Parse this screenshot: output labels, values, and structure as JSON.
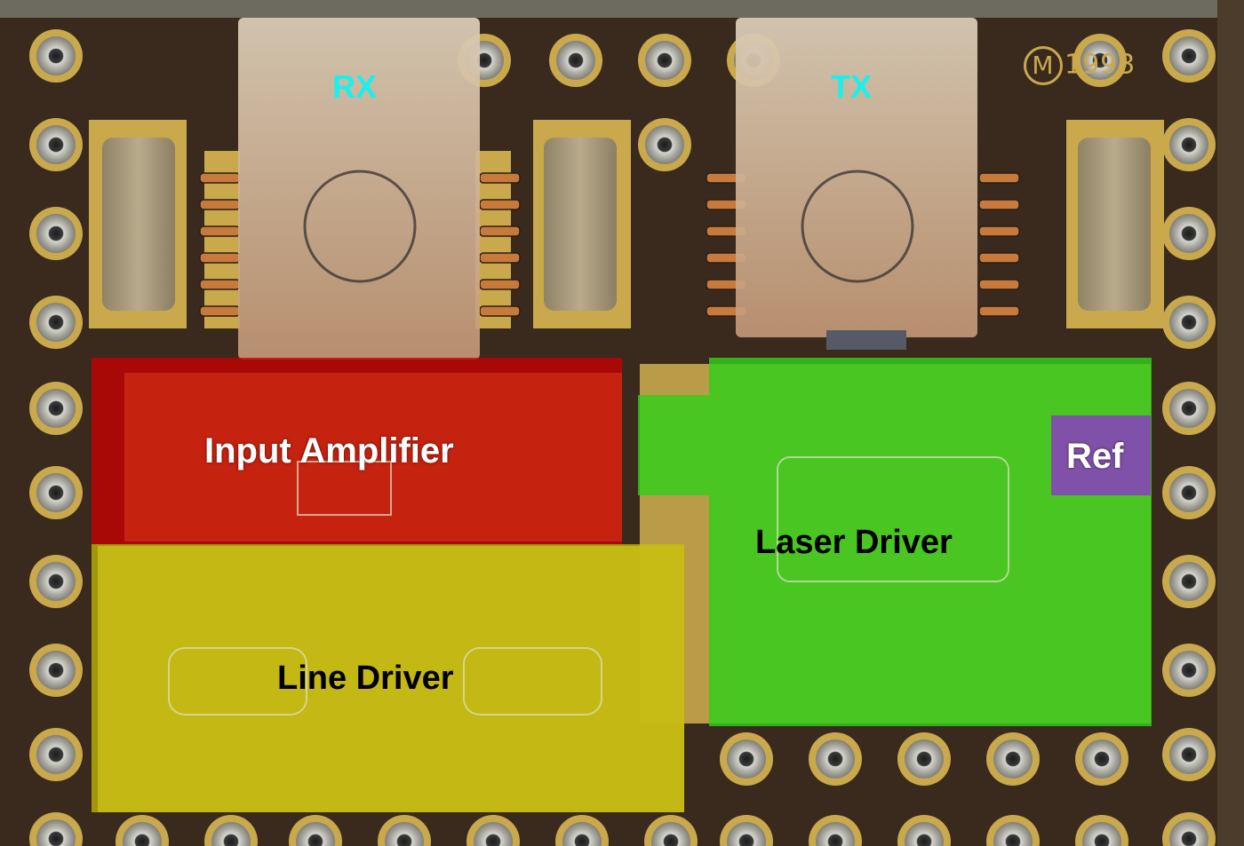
{
  "image": {
    "subject": "Optical transceiver hybrid circuit board with labeled functional blocks",
    "colors": {
      "board": "#3a2a1e",
      "gold": "#c9a94c",
      "pin_silver": "#b9b9b2",
      "red_block": "#c80000",
      "yellow_block": "#c8c400",
      "green_block": "#2fcf1a",
      "purple_block": "#8a3cc0",
      "label_cyan": "#19f0f0"
    }
  },
  "marking": {
    "logo_letter": "M",
    "year": "1993"
  },
  "components": {
    "rx_label": "RX",
    "tx_label": "TX"
  },
  "regions": {
    "input_amplifier": "Input Amplifier",
    "line_driver": "Line Driver",
    "laser_driver": "Laser Driver",
    "ref": "Ref"
  }
}
